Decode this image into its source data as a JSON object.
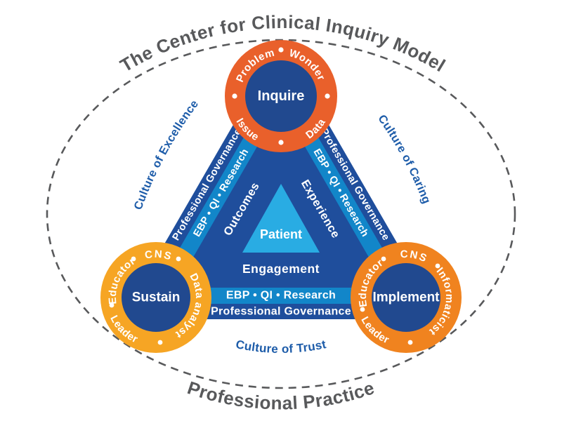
{
  "diagram": {
    "title": "The Center for Clinical Inquiry Model",
    "footer": "Professional Practice",
    "cultures": {
      "excellence": "Culture of Excellence",
      "caring": "Culture of Caring",
      "trust": "Culture of Trust"
    },
    "core": {
      "patient": "Patient",
      "outcomes": "Outcomes",
      "experience": "Experience",
      "engagement": "Engagement"
    },
    "bands": {
      "governance": "Professional Governance",
      "methods": "EBP • QI • Research"
    },
    "nodes": {
      "inquire": {
        "label": "Inquire",
        "ring": {
          "top_left": "Problem",
          "top_right": "Wonder",
          "bottom_right": "Data",
          "bottom_left": "Issue"
        }
      },
      "sustain": {
        "label": "Sustain",
        "ring": {
          "left": "Educator",
          "top": "CNS",
          "right": "Data analyst",
          "bottom": "Leader"
        }
      },
      "implement": {
        "label": "Implement",
        "ring": {
          "left": "Educator",
          "top": "CNS",
          "right": "Informaticist",
          "bottom": "Leader"
        }
      }
    },
    "colors": {
      "outline_gray": "#58595B",
      "culture_blue": "#1D5CA9",
      "dark_blue": "#1F4E9C",
      "circle_blue": "#21498F",
      "light_blue": "#1286C9",
      "cyan": "#29ACE3",
      "inquire_orange": "#E9602B",
      "implement_orange": "#F0831F",
      "sustain_gold": "#F6A524",
      "text_white": "#FFFFFF"
    }
  }
}
